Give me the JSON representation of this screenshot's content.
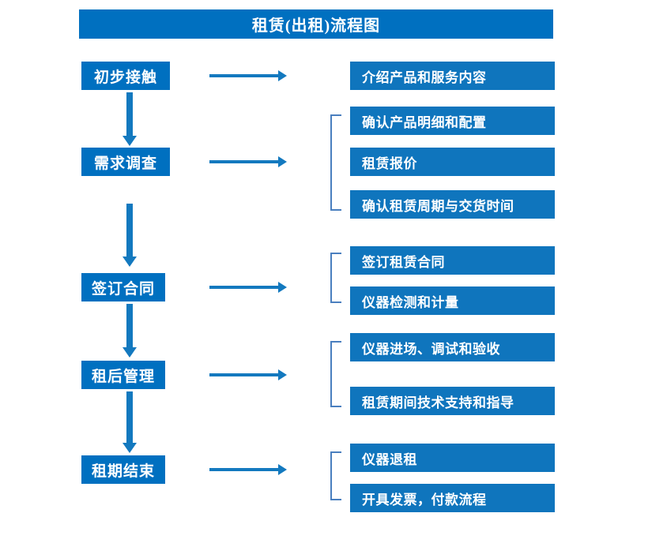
{
  "diagram": {
    "title": "租赁(出租)流程图",
    "colors": {
      "header_blue": "#0070c0",
      "box_blue": "#0f75bd",
      "arrow_blue": "#1379bf",
      "bracket_blue": "#4a7fbf",
      "text_white": "#ffffff",
      "background": "#ffffff"
    },
    "stages": [
      {
        "label": "初步接触",
        "details": [
          "介绍产品和服务内容"
        ]
      },
      {
        "label": "需求调查",
        "details": [
          "确认产品明细和配置",
          "租赁报价",
          "确认租赁周期与交货时间"
        ]
      },
      {
        "label": "签订合同",
        "details": [
          "签订租赁合同",
          "仪器检测和计量"
        ]
      },
      {
        "label": "租后管理",
        "details": [
          "仪器进场、调试和验收",
          "租赁期间技术支持和指导"
        ]
      },
      {
        "label": "租期结束",
        "details": [
          "仪器退租",
          "开具发票，付款流程"
        ]
      }
    ],
    "details_flat": [
      "介绍产品和服务内容",
      "确认产品明细和配置",
      "租赁报价",
      "确认租赁周期与交货时间",
      "签订租赁合同",
      "仪器检测和计量",
      "仪器进场、调试和验收",
      "租赁期间技术支持和指导",
      "仪器退租",
      "开具发票，付款流程"
    ]
  }
}
